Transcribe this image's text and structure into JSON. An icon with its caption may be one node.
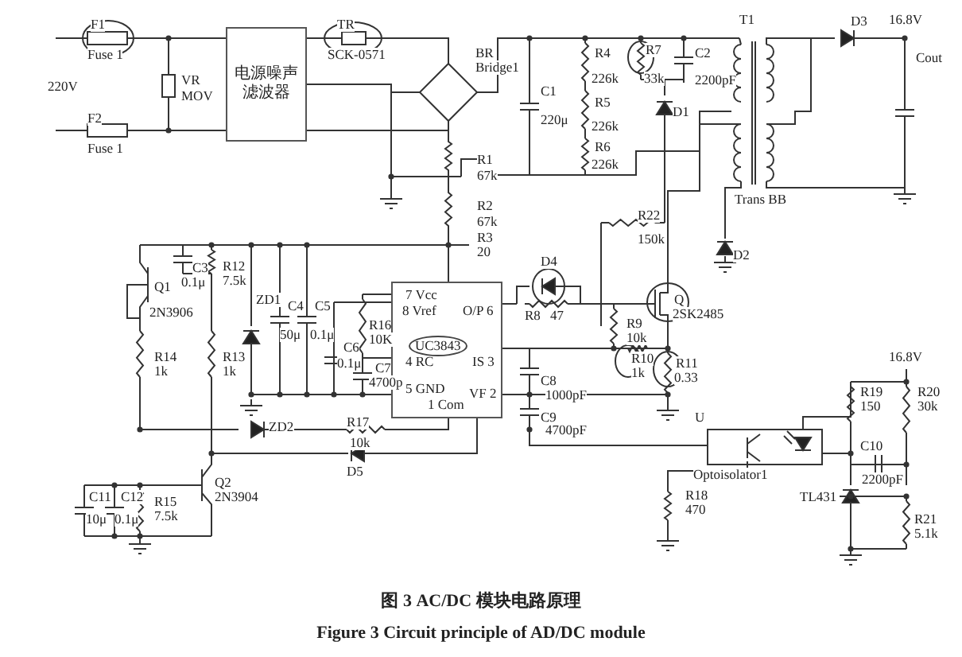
{
  "diagram": {
    "caption": "图 3 AC/DC 模块电路原理",
    "nodes": [
      {
        "text": [
          "电源噪声滤波器"
        ]
      },
      {
        "text": [
          "UC3843",
          "7 Vcc",
          "8 Vref",
          "O/P 6",
          "4 RC",
          "IS 3",
          "5 GND",
          "1 Com",
          "VF 2"
        ]
      }
    ],
    "edges": [
      {
        "from": 0,
        "to": 1,
        "arrow": "none"
      }
    ],
    "labels": [
      "F1",
      "Fuse 1",
      "TR",
      "SCK-0571",
      "16.8V",
      "D3",
      "T1",
      "BR",
      "Bridge1",
      "R7",
      "C2",
      "Cout",
      "R4",
      "226k",
      "33k",
      "2200pF",
      "220V",
      "VR",
      "MOV",
      "C1",
      "220μ",
      "R5",
      "226k",
      "D1",
      "F2",
      "Fuse 1",
      "R6",
      "226k",
      "R1",
      "67k",
      "Trans BB",
      "R2",
      "67k",
      "R22",
      "150k",
      "R3",
      "20",
      "D2",
      "D4",
      "C3",
      "R12",
      "0.1μ",
      "7.5k",
      "Q1",
      "R8",
      "47",
      "Q",
      "2SK2485",
      "2N3906",
      "ZD1",
      "C4",
      "C5",
      "R16",
      "10K",
      "R9",
      "10k",
      "50μ",
      "0.1μ",
      "C6",
      "0.1μ",
      "R10",
      "1k",
      "R11",
      "0.33",
      "R14",
      "1k",
      "R13",
      "1k",
      "C7",
      "4700p",
      "C8",
      "1000pF",
      "16.8V",
      "R19",
      "150",
      "R20",
      "30k",
      "C9",
      "4700pF",
      "U",
      "ZD2",
      "R17",
      "10k",
      "Optoisolator1",
      "C10",
      "D5",
      "Q2",
      "2N3904",
      "2200pF",
      "TL431",
      "C11",
      "C12",
      "R15",
      "7.5k",
      "R18",
      "470",
      "10μ",
      "0.1μ",
      "R21",
      "5.1k",
      "Figure 3 Circuit principle of AD/DC module"
    ]
  }
}
